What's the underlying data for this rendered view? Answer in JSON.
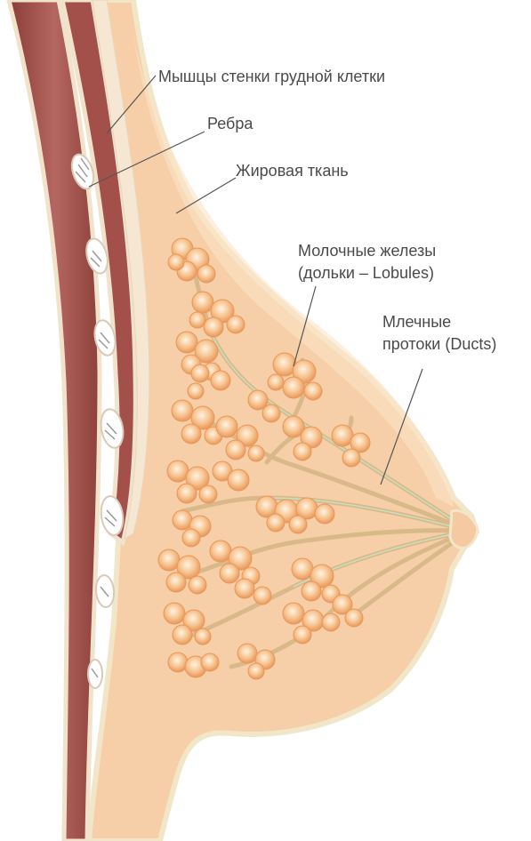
{
  "labels": {
    "muscles": "Мышцы стенки грудной клетки",
    "ribs": "Ребра",
    "fat": "Жировая ткань",
    "glands_line1": "Молочные железы",
    "glands_line2": "(дольки – Lobules)",
    "ducts_line1": "Млечные",
    "ducts_line2": "протоки (Ducts)"
  },
  "colors": {
    "muscle": "#9b4a45",
    "muscle_light": "#c98a80",
    "fat": "#f6cfa8",
    "fat_light": "#fbe2c6",
    "lobule": "#f4b77e",
    "duct": "#d9b98a",
    "leader": "#555555"
  }
}
